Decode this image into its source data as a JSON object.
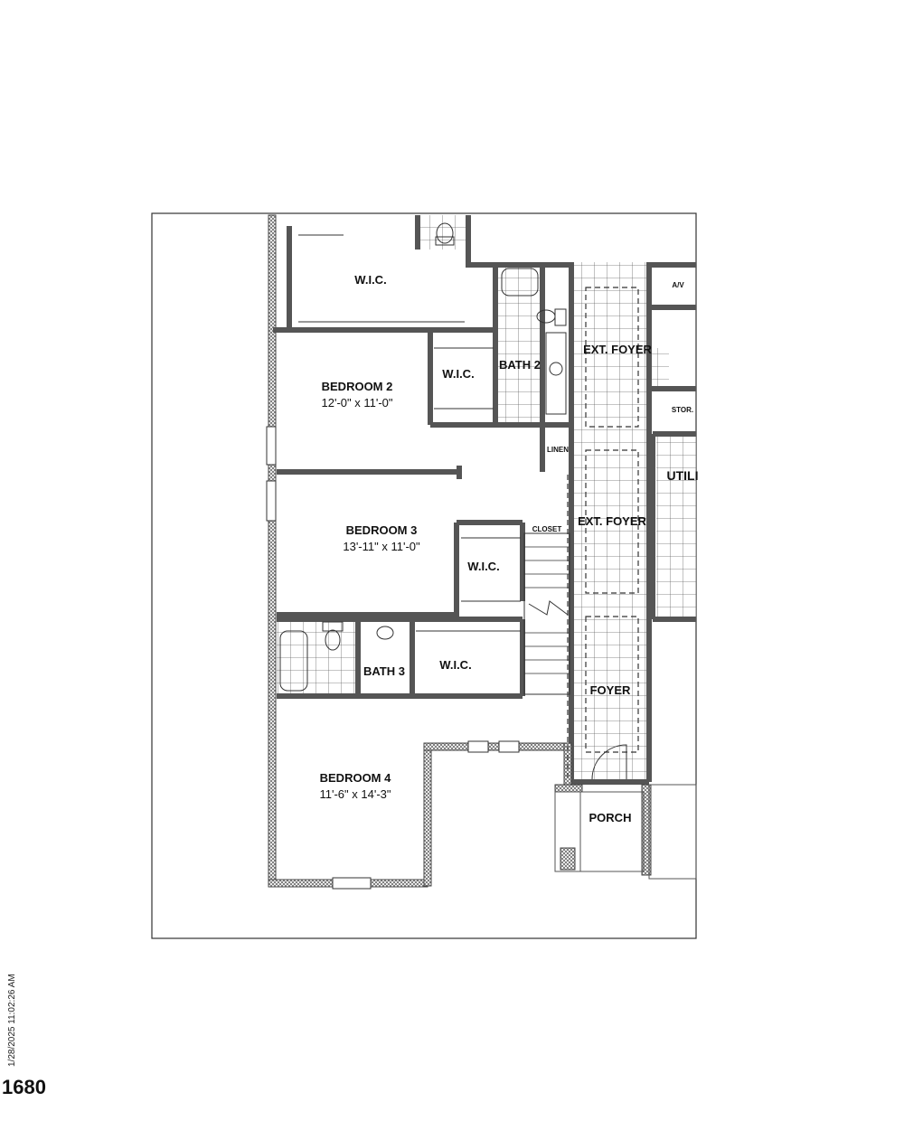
{
  "rooms": {
    "wic_top": "W.I.C.",
    "bedroom2": {
      "name": "BEDROOM 2",
      "dims": "12'-0\" x 11'-0\""
    },
    "wic_bed2": "W.I.C.",
    "bath2": "BATH 2",
    "ext_foyer_1": "EXT. FOYER",
    "av": "A/V",
    "stor": "STOR.",
    "linen": "LINEN",
    "utility": "UTILI",
    "bedroom3": {
      "name": "BEDROOM 3",
      "dims": "13'-11\" x 11'-0\""
    },
    "closet": "CLOSET",
    "ext_foyer_2": "EXT. FOYER",
    "wic_bed3": "W.I.C.",
    "bath3": "BATH 3",
    "wic_bath3": "W.I.C.",
    "foyer": "FOYER",
    "bedroom4": {
      "name": "BEDROOM 4",
      "dims": "11'-6\" x 14'-3\""
    },
    "porch": "PORCH"
  },
  "footer": {
    "timestamp": "1/28/2025 11:02:26 AM",
    "plan_number": "1680"
  }
}
